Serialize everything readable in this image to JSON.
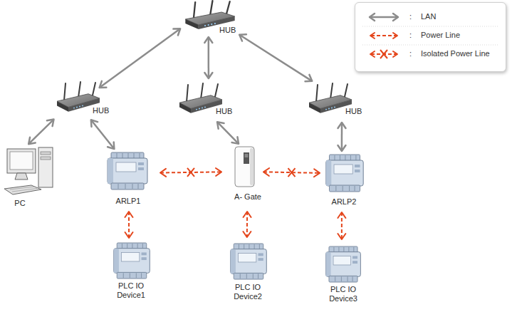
{
  "diagram": {
    "nodes": [
      {
        "text": [
          "HUB"
        ]
      },
      {
        "text": [
          "HUB"
        ]
      },
      {
        "text": [
          "HUB"
        ]
      },
      {
        "text": [
          "HUB"
        ]
      },
      {
        "text": [
          "PC"
        ]
      },
      {
        "text": [
          "ARLP1"
        ]
      },
      {
        "text": [
          "A- Gate"
        ]
      },
      {
        "text": [
          "ARLP2"
        ]
      },
      {
        "text": [
          "PLC IO Device1"
        ]
      },
      {
        "text": [
          "PLC IO Device2"
        ]
      },
      {
        "text": [
          "PLC IO Device3"
        ]
      }
    ],
    "edges": [
      {
        "from": 0,
        "to": 1,
        "arrow": "both"
      },
      {
        "from": 0,
        "to": 2,
        "arrow": "both"
      },
      {
        "from": 0,
        "to": 3,
        "arrow": "both"
      },
      {
        "from": 1,
        "to": 4,
        "arrow": "both"
      },
      {
        "from": 1,
        "to": 5,
        "arrow": "both"
      },
      {
        "from": 2,
        "to": 6,
        "arrow": "both"
      },
      {
        "from": 3,
        "to": 7,
        "arrow": "both"
      },
      {
        "from": 5,
        "to": 6,
        "arrow": "both"
      },
      {
        "from": 6,
        "to": 7,
        "arrow": "both"
      },
      {
        "from": 5,
        "to": 8,
        "arrow": "both"
      },
      {
        "from": 6,
        "to": 9,
        "arrow": "both"
      },
      {
        "from": 7,
        "to": 10,
        "arrow": "both"
      }
    ],
    "labels": [
      ":",
      ":",
      ":"
    ],
    "legend": [
      {
        "text": "LAN"
      },
      {
        "text": "Power Line"
      },
      {
        "text": "Isolated Power Line"
      }
    ]
  }
}
